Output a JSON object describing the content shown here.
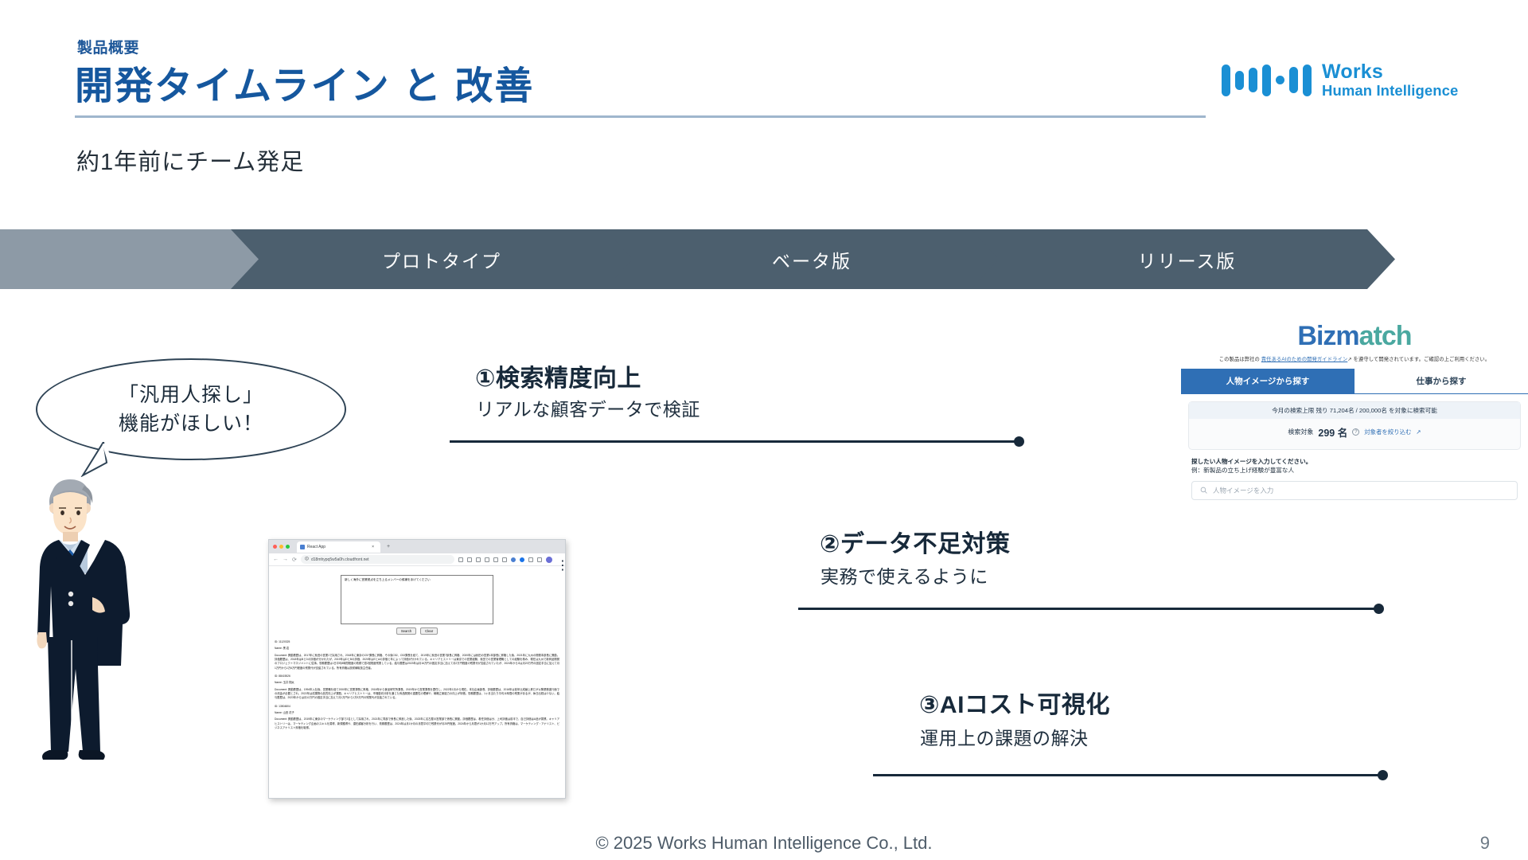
{
  "header": {
    "eyebrow": "製品概要",
    "title": "開発タイムライン と 改善",
    "subtitle": "約1年前にチーム発足"
  },
  "logo": {
    "line1": "Works",
    "line2": "Human Intelligence",
    "color": "#1a8fd4"
  },
  "timeline": {
    "stages": [
      {
        "label": ""
      },
      {
        "label": "プロトタイプ"
      },
      {
        "label": "ベータ版"
      },
      {
        "label": "リリース版"
      }
    ],
    "active_color": "#4c5f6e",
    "first_color": "#8d9aa6"
  },
  "bubble": {
    "line1": "「汎用人探し」",
    "line2": "機能がほしい！"
  },
  "points": [
    {
      "heading": "①検索精度向上",
      "sub": "リアルな顧客データで検証"
    },
    {
      "heading": "②データ不足対策",
      "sub": "実務で使えるように"
    },
    {
      "heading": "③AIコスト可視化",
      "sub": "運用上の課題の解決"
    }
  ],
  "browser": {
    "tab_title": "React App",
    "url": "d18mhypq5w5a0h.cloudfront.net",
    "new_tab": "+",
    "textarea_value": "新しく海外に営業拠点を立ち上るメンバーの候補をあげてください",
    "buttons": {
      "search": "Search",
      "clear": "Clear"
    },
    "results": [
      {
        "id": "ID: 11120325",
        "name": "Name: 黒 岩",
        "doc": "Document: 異動履歴は、2017年に秋田の営業1で採用され、2018年に東京のC5?課長に昇格、その後C52、C53課長を経て、2019年に秋田の営業7部長に昇格、2020年には秋田の営業1本部長に昇格した後、2021年に九州の開発本部長に異動。評価履歴は、2018年はBとDの評価が分かれたが、2019年はDとBの評価、2020年はEとAの評価と年によって評価が分かれている。キャリアヒストリーは東京での営業経験、秋田での営業管理職としての経験を積み、現在は九州で新商品開発のプロジェクトマネジメントに従事。勤務履歴は1日平均8時間程度の勤務で週2回程度残業している。給与履歴は2023年は月16万円の固定手当に加えて月2万円程度の残業代が支給されていたが、2024年からGは月20万円の固定手当に加えて月1万円から1万6万円程度の残業代が支給されている。所有資格は放射線取扱主任者。"
      },
      {
        "id": "ID: 88415526",
        "name": "Name: 玉井 翔太",
        "doc": "Document: 異動履歴は、1994年入社後、営業職を経て2000年に営業課長に昇格、2018年から食品研究所課長、2019年から営業課長を歴任し、2022年1月から現在。本社企画部長、評価履歴は、2016年は前年比成績上昇だが以降業務遂行面での改善が必要とされ、2022年は成果物の品質向上が課題。キャリアヒストリーは、市場動向分析を通じた商品開発の重要性の理解や、戦略立案能力の向上が特徴。勤務履歴は、1ヶ月当たり平均11時間の残業があるが、休日出勤は少ない。給与履歴は、2023年からは月12万円の固定手当に加えて月1万円から1万5万円の残業代が支給されている。"
      },
      {
        "id": "ID: 13504804",
        "name": "Name: 山田 花子",
        "doc": "Document: 異動履歴は、2019年に東京のマーケティング部で2名として採用され、2021年に同部で係長に昇進した後、2023年に名古屋の営業部で係長に異動。評価履歴は、着任評価は分、上司評価は前半で、自己評価はA品が習慣。キャリアヒストリーは、マーケティング企画のスキルを習得、新規獲得や、潜在顧客分析を行い、勤務履歴は、2024年は月1か月の月間平均で残業代が月25円程度。2024年から月間が1か月12万円アップ。所有資格は、マーケティング・アナリスト、ビジネスアナリスト資格を取得。"
      }
    ]
  },
  "bizmatch": {
    "logo_part1": "Bizm",
    "logo_part2": "atch",
    "notice_pre": "この製品は弊社の ",
    "notice_link": "責任あるAIのための開発ガイドライン",
    "notice_post": " を遵守して開発されています。ご確認の上ご利用ください。",
    "tabs": [
      {
        "label": "人物イメージから探す",
        "active": true
      },
      {
        "label": "仕事から探す",
        "active": false
      }
    ],
    "quota": "今月の検索上限 残り 71,204名 / 200,000名 を対象に検索可能",
    "target_label": "検索対象",
    "target_count": "299 名",
    "refine_link": "対象者を絞り込む",
    "prompt_main": "探したい人物イメージを入力してください。",
    "prompt_example": "例：新製品の立ち上げ経験が豊富な人",
    "search_placeholder": "人物イメージを入力",
    "accent": "#2f6fb5"
  },
  "footer": {
    "copyright": "© 2025 Works Human Intelligence Co., Ltd.",
    "page_number": "9"
  }
}
